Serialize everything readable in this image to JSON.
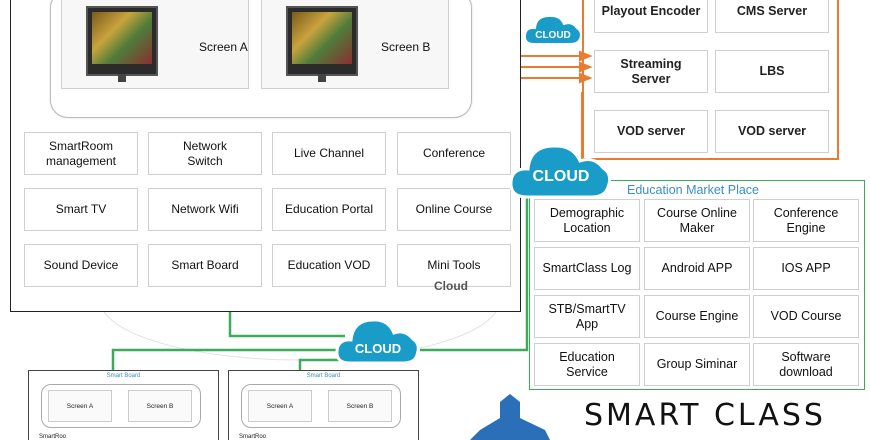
{
  "smartroom": {
    "screens": [
      {
        "label": "Screen A"
      },
      {
        "label": "Screen B"
      }
    ],
    "modules": [
      [
        "SmartRoom\nmanagement",
        "Network\nSwitch",
        "Live Channel",
        "Conference"
      ],
      [
        "Smart TV",
        "Network Wifi",
        "Education Portal",
        "Online Course"
      ],
      [
        "Sound Device",
        "Smart Board",
        "Education VOD",
        "Mini Tools"
      ]
    ],
    "faint_cloud_label": "Cloud"
  },
  "servers": {
    "cells": [
      [
        "Playout Encoder",
        "CMS Server"
      ],
      [
        "Streaming\nServer",
        "LBS"
      ],
      [
        "VOD server",
        "VOD server"
      ]
    ]
  },
  "education_market": {
    "title": "Education Market Place",
    "cells": [
      [
        "Demographic\nLocation",
        "Course Online\nMaker",
        "Conference\nEngine"
      ],
      [
        "SmartClass Log",
        "Android APP",
        "IOS APP"
      ],
      [
        "STB/SmartTV\nApp",
        "Course Engine",
        "VOD Course"
      ],
      [
        "Education\nService",
        "Group Siminar",
        "Software\ndownload"
      ]
    ]
  },
  "clouds": {
    "top": "CLOUD",
    "middle": "CLOUD",
    "bottom": "CLOUD"
  },
  "mini_rooms": [
    {
      "title": "Smart Board",
      "screen_a": "Screen A",
      "screen_b": "Screen B",
      "caption": "SmartRoo"
    },
    {
      "title": "Smart Board",
      "screen_a": "Screen A",
      "screen_b": "Screen B",
      "caption": "SmartRoo"
    }
  ],
  "logo": {
    "text": "SMART CLASS"
  },
  "colors": {
    "orange": "#e97b32",
    "green": "#3daa5c",
    "cloud_blue": "#1a9cc8",
    "title_blue": "#3a8fc5"
  }
}
